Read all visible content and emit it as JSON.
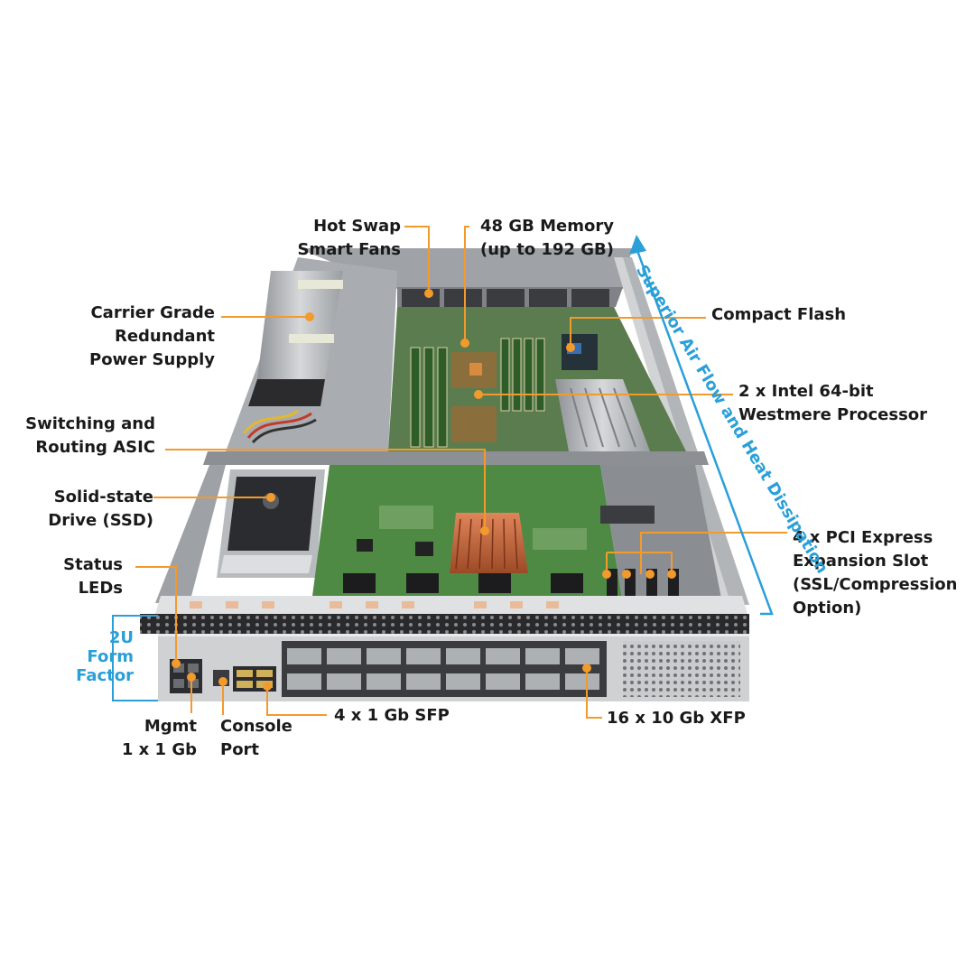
{
  "labels": {
    "hot_swap": [
      "Hot Swap",
      "Smart Fans"
    ],
    "memory": [
      "48 GB Memory",
      "(up to 192 GB)"
    ],
    "power": [
      "Carrier Grade",
      "Redundant",
      "Power Supply"
    ],
    "compact_flash": [
      "Compact Flash"
    ],
    "processor": [
      "2 x Intel 64-bit",
      "Westmere Processor"
    ],
    "asic": [
      "Switching and",
      "Routing ASIC"
    ],
    "ssd": [
      "Solid-state",
      "Drive (SSD)"
    ],
    "status": [
      "Status",
      "LEDs"
    ],
    "pci": [
      "4 x PCI Express",
      "Expansion Slot",
      "(SSL/Compression",
      "Option)"
    ],
    "form_factor": [
      "2U",
      "Form",
      "Factor"
    ],
    "mgmt": [
      "Mgmt",
      "1 x 1 Gb"
    ],
    "console": [
      "Console",
      "Port"
    ],
    "sfp": [
      "4 x 1 Gb SFP"
    ],
    "xfp": [
      "16 x 10 Gb XFP"
    ],
    "airflow": "Superior Air Flow and Heat Dissipation"
  },
  "colors": {
    "leader": "#f39a2d",
    "accent_blue": "#2a9fd8",
    "text": "#1a1a1a",
    "chassis": "#b9bcbf",
    "pcb": "#4f8a45",
    "heatsink": "#c8653a"
  }
}
